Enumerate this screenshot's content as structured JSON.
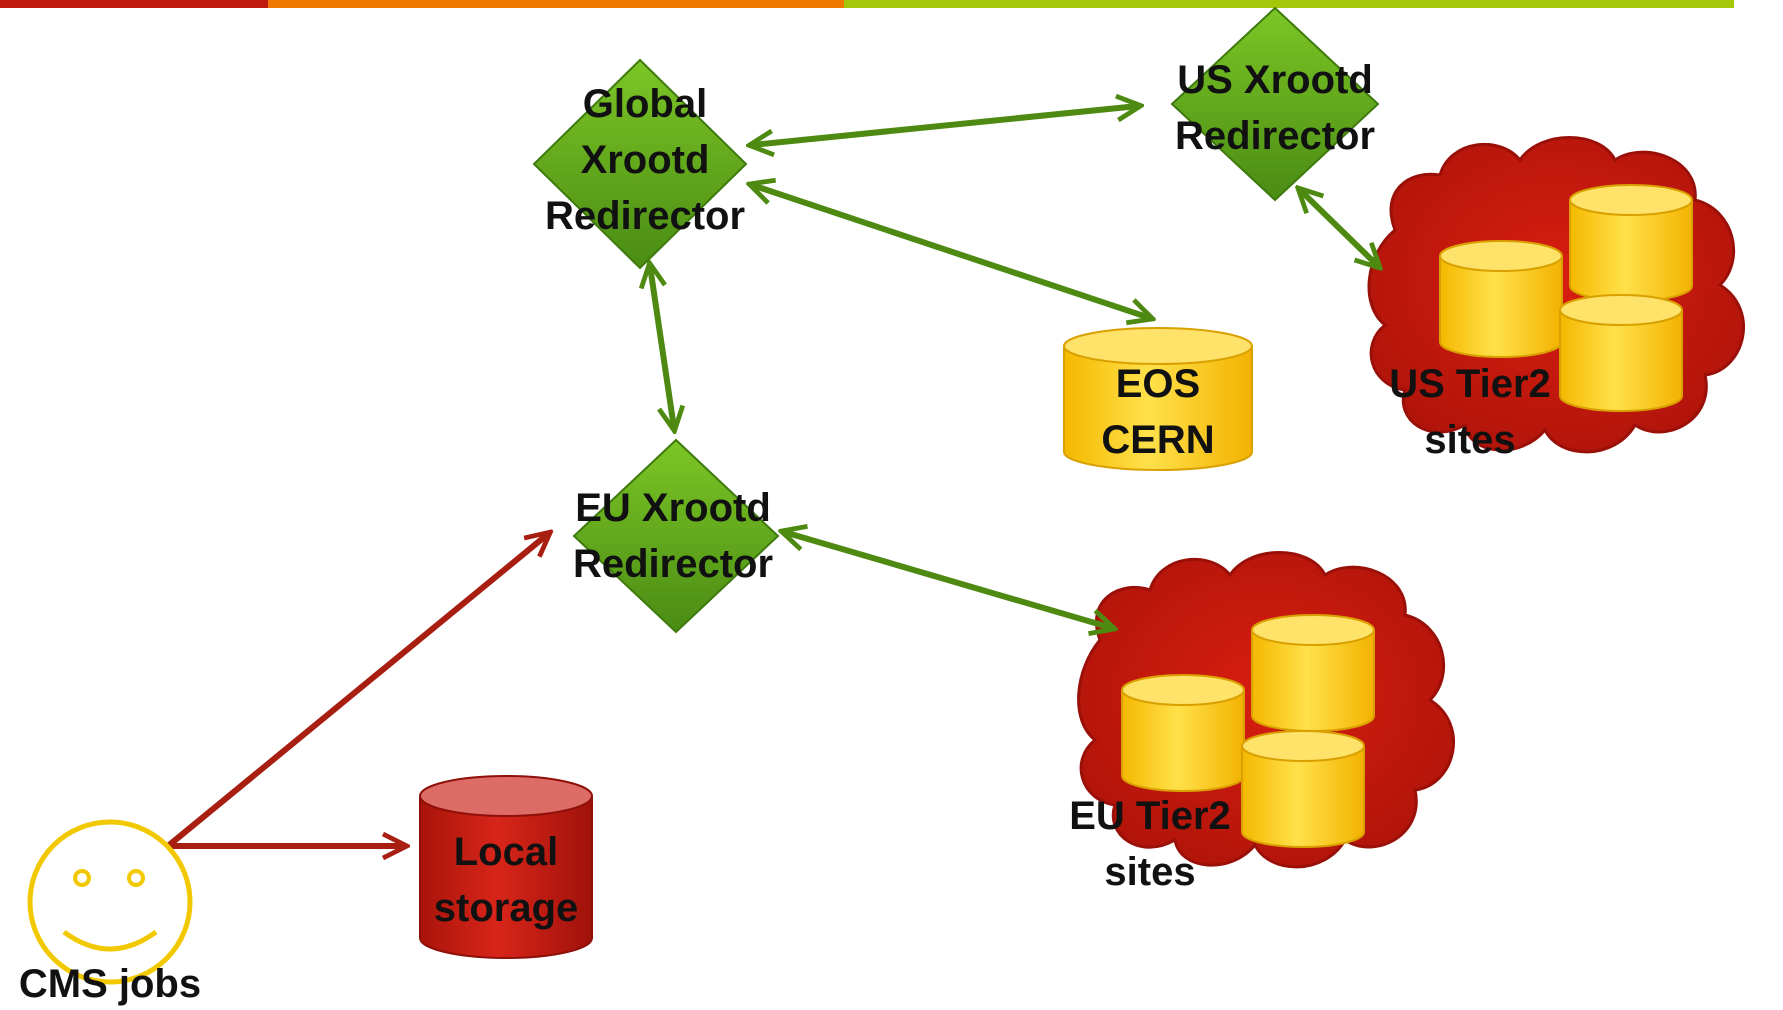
{
  "colors": {
    "top_bar": [
      "#c0180c",
      "#f07800",
      "#a6c80a"
    ],
    "diamond": "#5fa41e",
    "diamond_dark": "#3f7a0e",
    "green_arrow": "#4e8a12",
    "red_arrow": "#a81e10",
    "cloud": "#c2160c",
    "cylinder_yellow": "#ffd21a",
    "cylinder_red": "#c2160c",
    "smiley": "#f2c800"
  },
  "nodes": {
    "global_redirector": "Global\nXrootd\nRedirector",
    "us_redirector": "US Xrootd\nRedirector",
    "eu_redirector": "EU Xrootd\nRedirector",
    "eos_cern": "EOS\nCERN",
    "us_tier2": "US Tier2\nsites",
    "eu_tier2": "EU Tier2\nsites",
    "local_storage": "Local\nstorage",
    "cms_jobs": "CMS jobs"
  },
  "icons": {
    "user": "smiley-face-icon",
    "storage": "database-cylinder-icon",
    "site_group": "cloud-icon"
  }
}
